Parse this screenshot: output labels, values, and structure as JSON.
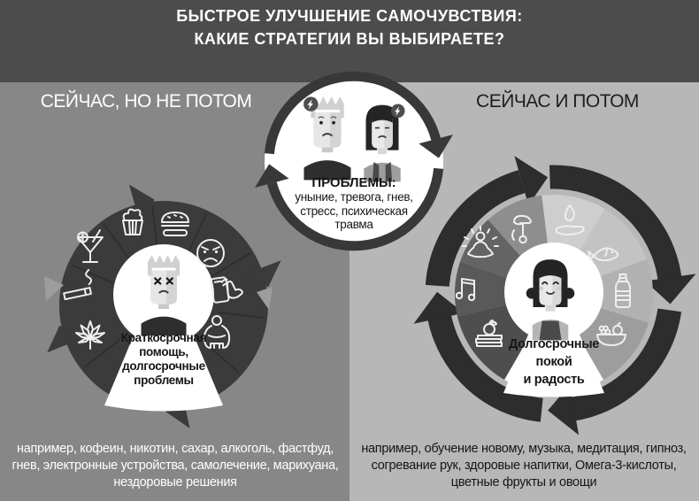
{
  "title": {
    "line1": "БЫСТРОЕ УЛУЧШЕНИЕ САМОЧУВСТВИЯ:",
    "line2": "КАКИЕ СТРАТЕГИИ ВЫ ВЫБИРАЕТЕ?"
  },
  "center_circle": {
    "heading": "ПРОБЛЕМЫ:",
    "lines": [
      "уныние, тревога, гнев,",
      "стресс, психическая",
      "травма"
    ]
  },
  "left_section": {
    "label": "СЕЙЧАС, НО НЕ ПОТОМ",
    "wheel_caption_lines": [
      "Краткосрочная",
      "помощь,",
      "долгосрочные",
      "проблемы"
    ],
    "icon_names": [
      "cocktail-icon",
      "cupcake-icon",
      "burger-icon",
      "angry-face-icon",
      "phone-tap-icon",
      "overweight-icon",
      "marijuana-leaf-icon",
      "cigarette-icon"
    ],
    "examples_lines": [
      "например, кофеин, никотин, сахар, алкоголь, фастфуд,",
      "гнев, электронные устройства, самолечение, марихуана,",
      "нездоровые решения"
    ]
  },
  "right_section": {
    "label": "СЕЙЧАС И ПОТОМ",
    "wheel_caption_lines": [
      "Долгосрочные",
      "покой",
      "и радость"
    ],
    "icon_names": [
      "meditation-icon",
      "pendulum-hypnosis-icon",
      "warming-hands-icon",
      "fish-icon",
      "water-bottle-icon",
      "fruit-bowl-icon",
      "books-apple-icon",
      "music-icon"
    ],
    "examples_lines": [
      "например, обучение новому, музыка, медитация, гипноз,",
      "согревание рук, здоровые напитки, Омега-3-кислоты,",
      "цветные фрукты и овощи"
    ]
  },
  "colors": {
    "header_bg": "#4c4c4c",
    "left_bg": "#878787",
    "right_bg": "#b7b7b7",
    "left_wheel": "#3b3b3b",
    "right_ring": "#2d2d2d",
    "text_light": "#ffffff",
    "text_dark": "#161616"
  }
}
